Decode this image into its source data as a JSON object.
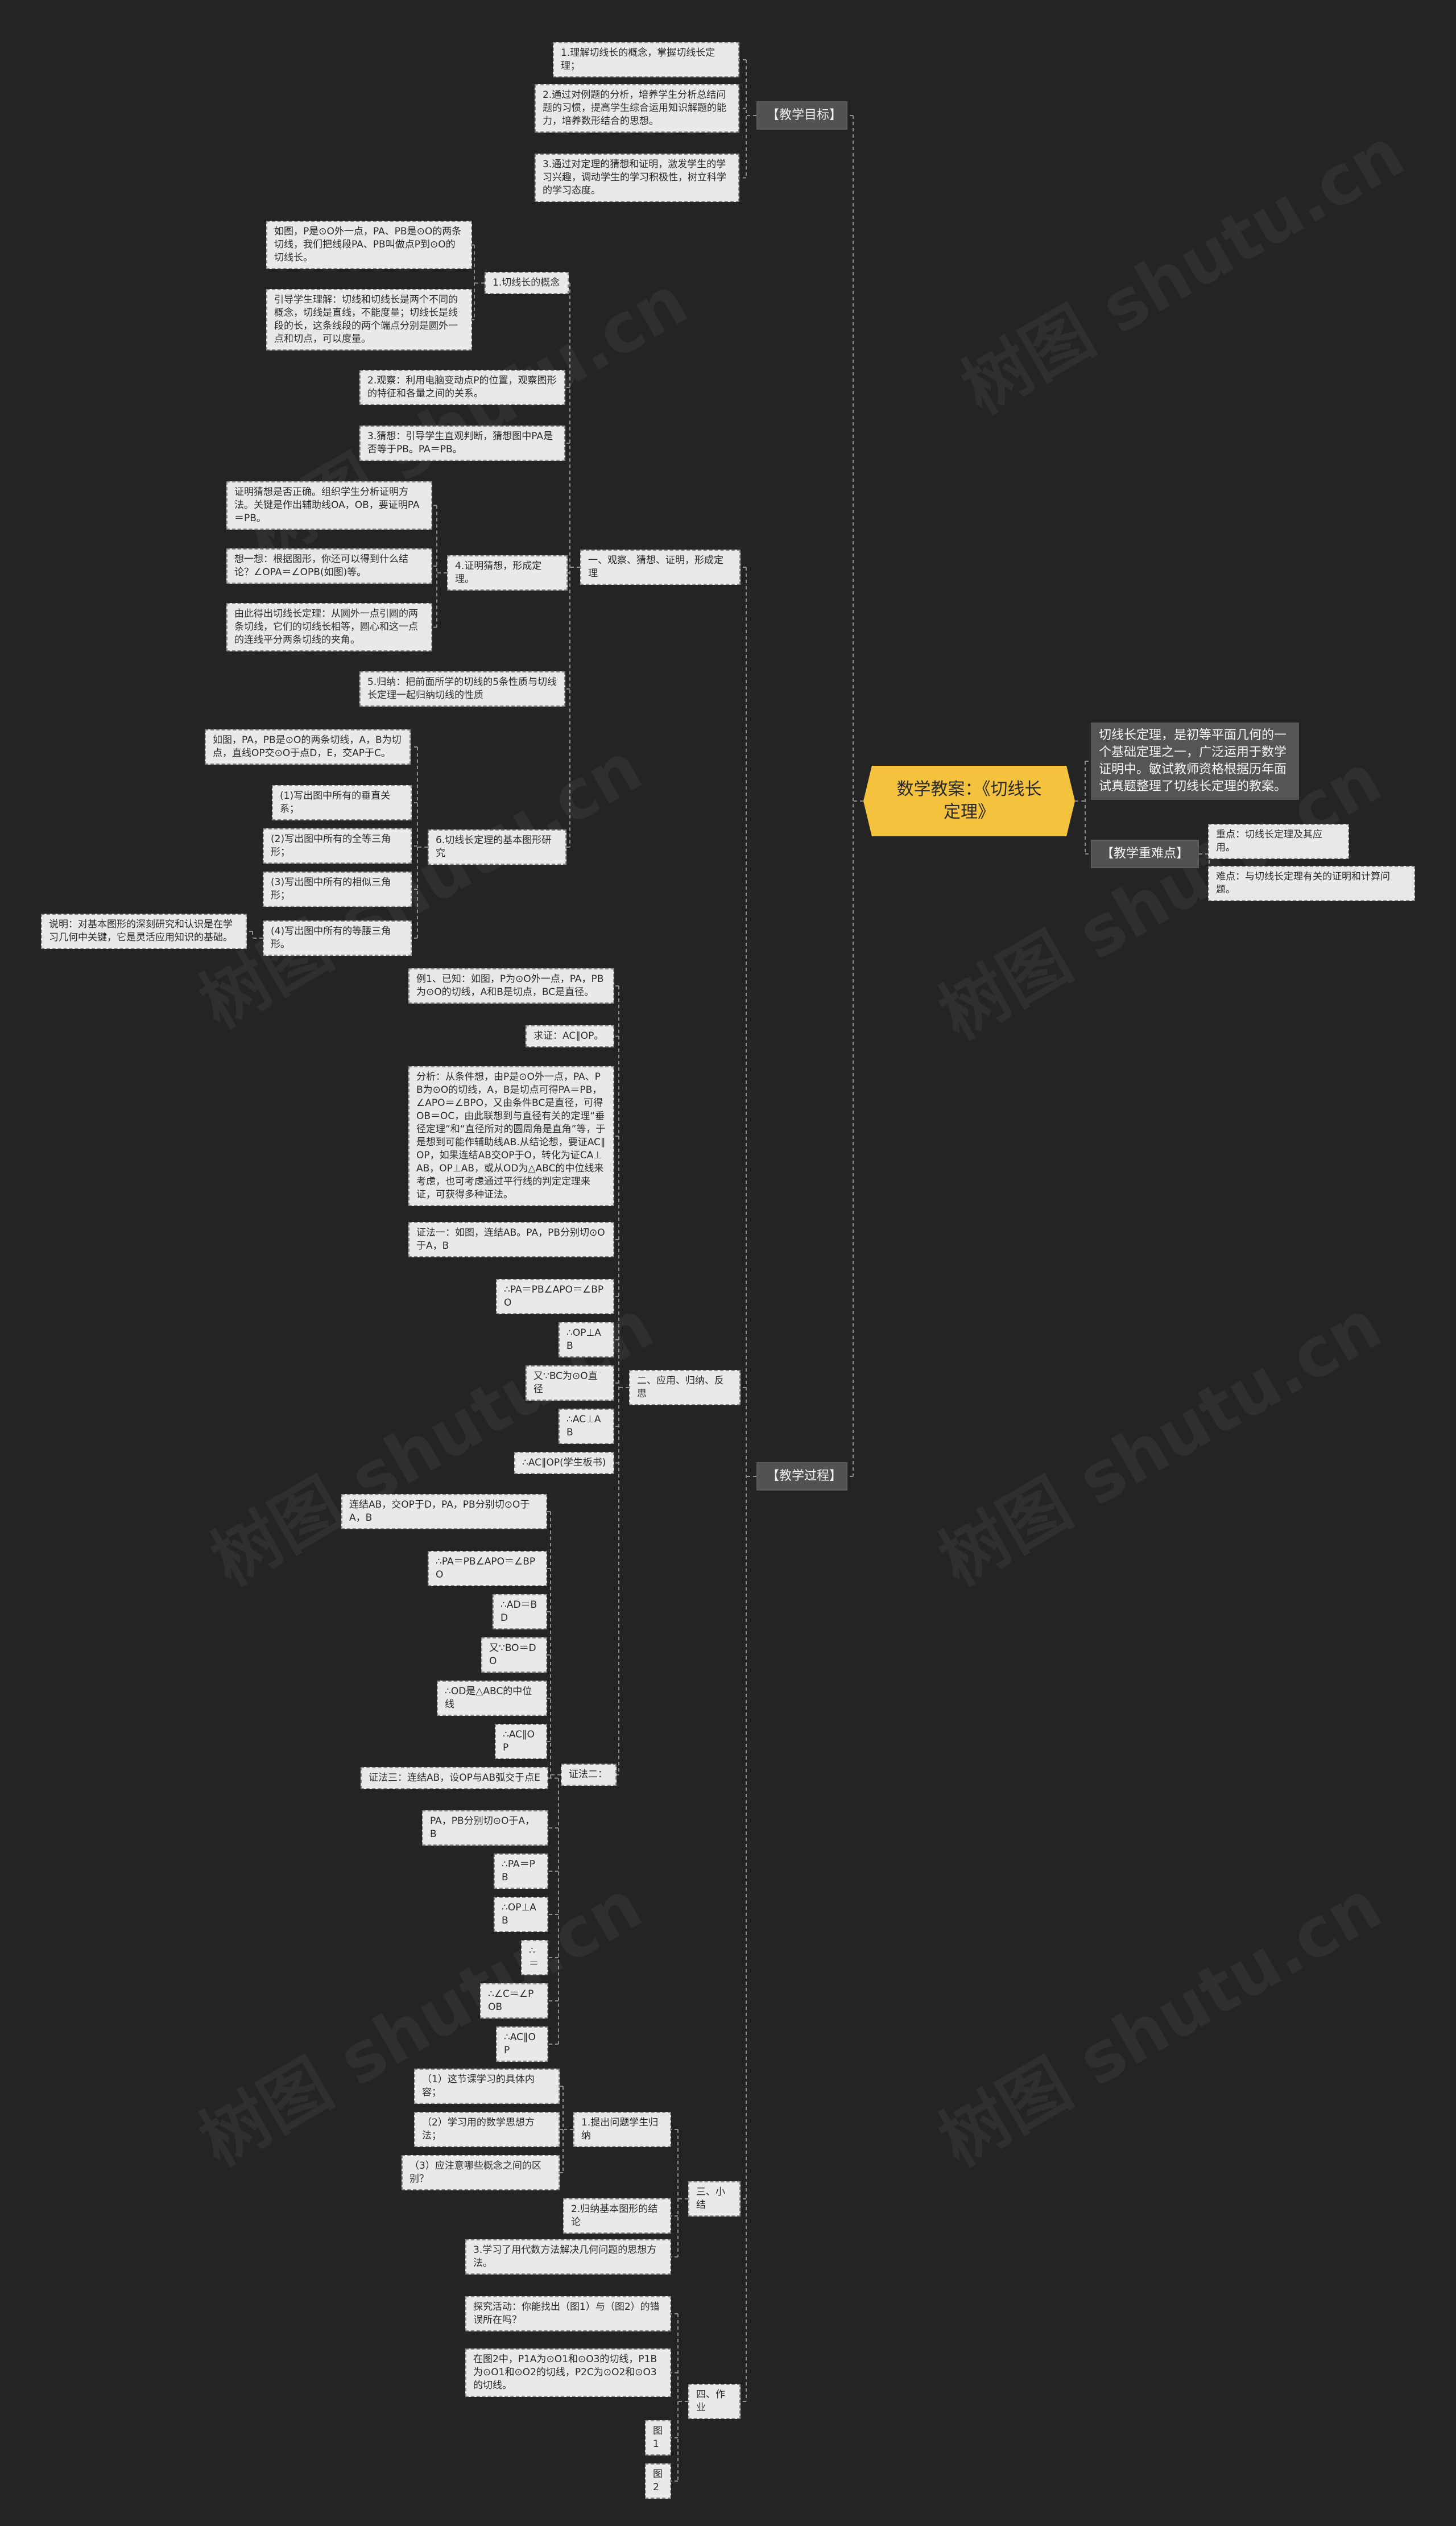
{
  "root": {
    "label": "数学教案：《切线长定理》"
  },
  "root_info": {
    "text": "切线长定理，是初等平面几何的一个基础定理之一，广泛运用于数学证明中。敏试教师资格根据历年面试真题整理了切线长定理的教案。"
  },
  "branches": {
    "goals": {
      "label": "【教学目标】",
      "items": [
        "1.理解切线长的概念，掌握切线长定理；",
        "2.通过对例题的分析，培养学生分析总结问题的习惯，提高学生综合运用知识解题的能力，培养数形结合的思想。",
        "3.通过对定理的猜想和证明，激发学生的学习兴趣，调动学生的学习积极性，树立科学的学习态度。"
      ]
    },
    "key_points": {
      "label": "【教学重难点】",
      "items": [
        "重点：切线长定理及其应用。",
        "难点：与切线长定理有关的证明和计算问题。"
      ]
    },
    "process": {
      "label": "【教学过程】",
      "section1": {
        "label": "一、观察、猜想、证明，形成定理",
        "concept": {
          "label": "1.切线长的概念",
          "items": [
            "如图，P是⊙O外一点，PA、PB是⊙O的两条切线，我们把线段PA、PB叫做点P到⊙O的切线长。",
            "引导学生理解：切线和切线长是两个不同的概念，切线是直线，不能度量；切线长是线段的长，这条线段的两个端点分别是圆外一点和切点，可以度量。"
          ]
        },
        "observe": "2.观察：利用电脑变动点P的位置，观察图形的特征和各量之间的关系。",
        "guess": "3.猜想：引导学生直观判断，猜想图中PA是否等于PB。PA＝PB。",
        "prove": {
          "label": "4.证明猜想，形成定理。",
          "items": [
            "证明猜想是否正确。组织学生分析证明方法。关键是作出辅助线OA，OB，要证明PA＝PB。",
            "想一想：根据图形，你还可以得到什么结论？∠OPA＝∠OPB(如图)等。",
            "由此得出切线长定理：从圆外一点引圆的两条切线，它们的切线长相等，圆心和这一点的连线平分两条切线的夹角。"
          ]
        },
        "summary": "5.归纳：把前面所学的切线的5条性质与切线长定理一起归纳切线的性质",
        "study": {
          "label": "6.切线长定理的基本图形研究",
          "figure": "如图，PA，PB是⊙O的两条切线，A，B为切点，直线OP交⊙O于点D，E，交AP于C。",
          "items": [
            "(1)写出图中所有的垂直关系；",
            "(2)写出图中所有的全等三角形；",
            "(3)写出图中所有的相似三角形；",
            "(4)写出图中所有的等腰三角形。"
          ],
          "note": "说明：对基本图形的深刻研究和认识是在学习几何中关键，它是灵活应用知识的基础。"
        }
      },
      "section2": {
        "label": "二、应用、归纳、反思",
        "items": [
          "例1、已知：如图，P为⊙O外一点，PA，PB为⊙O的切线，A和B是切点，BC是直径。",
          "求证：AC∥OP。",
          "分析：从条件想，由P是⊙O外一点，PA、PB为⊙O的切线，A，B是切点可得PA＝PB，∠APO＝∠BPO，又由条件BC是直径，可得OB＝OC，由此联想到与直径有关的定理“垂径定理”和“直径所对的圆周角是直角”等，于是想到可能作辅助线AB.从结论想，要证AC∥OP，如果连结AB交OP于O，转化为证CA⊥AB，OP⊥AB，或从OD为△ABC的中位线来考虑，也可考虑通过平行线的判定定理来证，可获得多种证法。",
          "证法一：如图，连结AB。PA，PB分别切⊙O于A，B",
          "∴PA＝PB∠APO＝∠BPO",
          "∴OP⊥AB",
          "又∵BC为⊙O直径",
          "∴AC⊥AB",
          "∴AC∥OP(学生板书)"
        ],
        "proof2": {
          "label": "证法二：",
          "items": [
            "连结AB，交OP于D，PA，PB分别切⊙O于A，B",
            "∴PA＝PB∠APO＝∠BPO",
            "∴AD＝BD",
            "又∵BO＝DO",
            "∴OD是△ABC的中位线",
            "∴AC∥OP"
          ]
        },
        "proof3": {
          "label": "证法三：连结AB，设OP与AB弧交于点E",
          "items": [
            "PA，PB分别切⊙O于A，B",
            "∴PA＝PB",
            "∴OP⊥AB",
            "∴＝",
            "∴∠C＝∠POB",
            "∴AC∥OP"
          ]
        }
      },
      "section3": {
        "label": "三、小结",
        "sub1": {
          "label": "1.提出问题学生归纳",
          "items": [
            "（1）这节课学习的具体内容；",
            "（2）学习用的数学思想方法；",
            "（3）应注意哪些概念之间的区别？"
          ]
        },
        "sub2": "2.归纳基本图形的结论",
        "sub3": "3.学习了用代数方法解决几何问题的思想方法。"
      },
      "section4": {
        "label": "四、作业",
        "items": [
          "探究活动：你能找出（图1）与（图2）的错误所在吗？",
          "在图2中，P1A为⊙O1和⊙O3的切线，P1B为⊙O1和⊙O2的切线，P2C为⊙O2和⊙O3的切线。",
          "图1",
          "图2"
        ]
      }
    }
  },
  "watermark": "树图 shutu.cn",
  "colors": {
    "background": "#242424",
    "root": "#f5c23e",
    "branch": "#525252",
    "leaf": "#e9e9e9",
    "line": "#8f8f8f"
  }
}
